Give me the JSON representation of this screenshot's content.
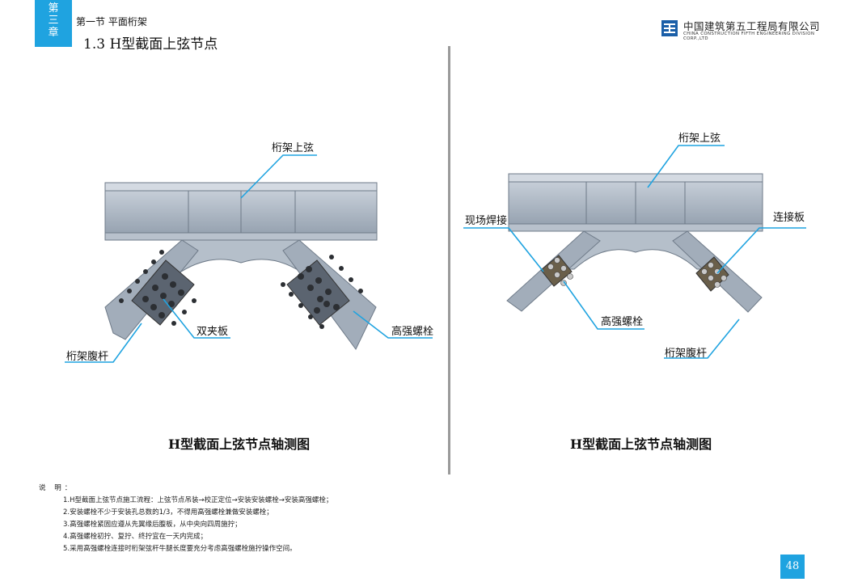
{
  "chapter": {
    "chars": [
      "第",
      "三",
      "章"
    ]
  },
  "header": {
    "section": "第一节  平面桁架",
    "title": "1.3  H型截面上弦节点",
    "company_cn": "中国建筑第五工程局有限公司",
    "company_en": "CHINA CONSTRUCTION FIFTH ENGINEERING DIVISION CORP.,LTD"
  },
  "left_figure": {
    "labels": {
      "chord": "桁架上弦",
      "splice": "双夹板",
      "bolt": "高强螺栓",
      "web": "桁架腹杆"
    },
    "caption": "H型截面上弦节点轴测图"
  },
  "right_figure": {
    "labels": {
      "chord": "桁架上弦",
      "weld": "现场焊接",
      "plate": "连接板",
      "bolt": "高强螺栓",
      "web": "桁架腹杆"
    },
    "caption": "H型截面上弦节点轴测图"
  },
  "notes": {
    "heading": "说 明：",
    "items": [
      "1.H型截面上弦节点施工流程：上弦节点吊装→校正定位→安装安装螺栓→安装高强螺栓；",
      "2.安装螺栓不少于安装孔总数的1/3，不得用高强螺栓兼做安装螺栓；",
      "3.高强螺栓紧固应遵从先翼缘后腹板，从中央向四周施拧；",
      "4.高强螺栓初拧、复拧、终拧宜在一天内完成；",
      "5.采用高强螺栓连接时桁架弦杆牛腿长度要充分考虑高强螺栓施拧操作空间。"
    ]
  },
  "page_number": "48",
  "colors": {
    "accent": "#1fa3e0",
    "steel": "#a8b3bf",
    "leader": "#1fa3e0"
  }
}
